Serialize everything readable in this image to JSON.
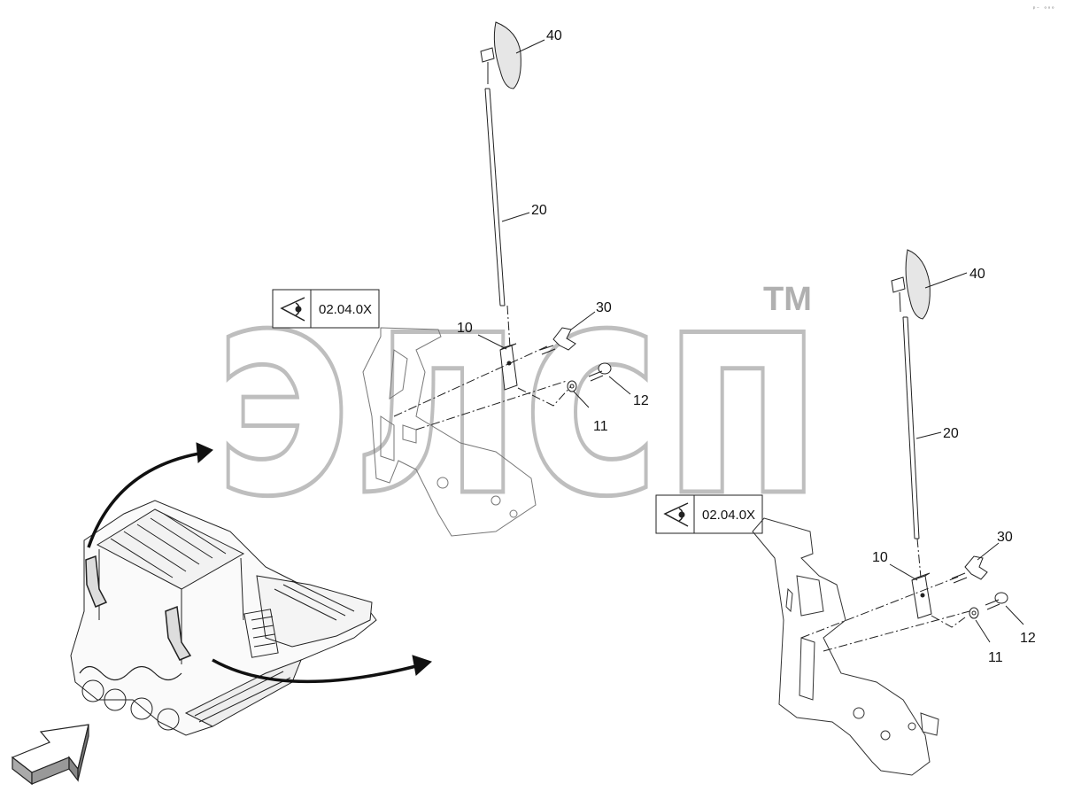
{
  "corner_mark": "ᵖ⁻ ᵒᵒᵒ",
  "watermark": {
    "text": "элсп",
    "tm": "TM"
  },
  "views": [
    {
      "reference": "02.04.0X",
      "callouts": {
        "c10": "10",
        "c11": "11",
        "c12": "12",
        "c20": "20",
        "c30": "30",
        "c40": "40"
      }
    },
    {
      "reference": "02.04.0X",
      "callouts": {
        "c10": "10",
        "c11": "11",
        "c12": "12",
        "c20": "20",
        "c30": "30",
        "c40": "40"
      }
    }
  ],
  "icons": [
    "view-eye-icon",
    "direction-arrow-icon",
    "machine-overview"
  ]
}
